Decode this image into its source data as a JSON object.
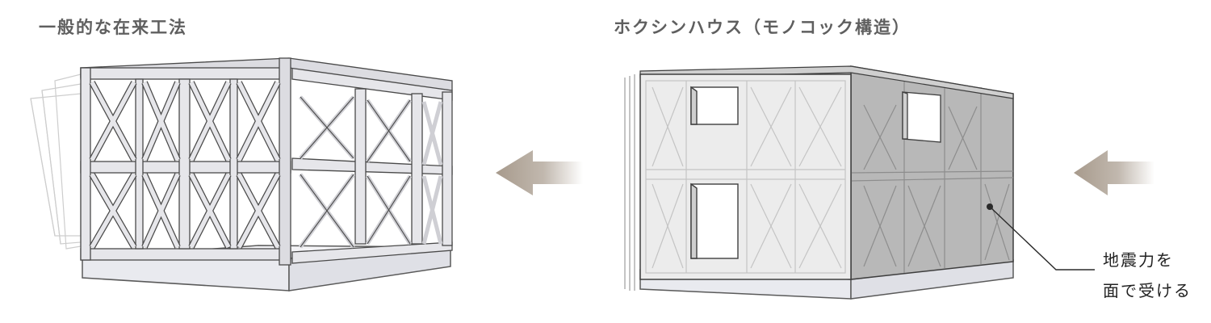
{
  "left": {
    "title": "一般的な在来工法"
  },
  "right": {
    "title": "ホクシンハウス（モノコック構造）"
  },
  "callout": {
    "line1": "地震力を",
    "line2": "面で受ける"
  },
  "colors": {
    "frame_face": "#e6e6ea",
    "frame_edge": "#4a4a4a",
    "foundation": "#e9eaef",
    "foundation_edge": "#5a5a5a",
    "arrow": "#a79a8c",
    "panel_light": "#ececec",
    "panel_dark": "#b7b7b7"
  },
  "icons": [
    "force-arrow-icon"
  ]
}
